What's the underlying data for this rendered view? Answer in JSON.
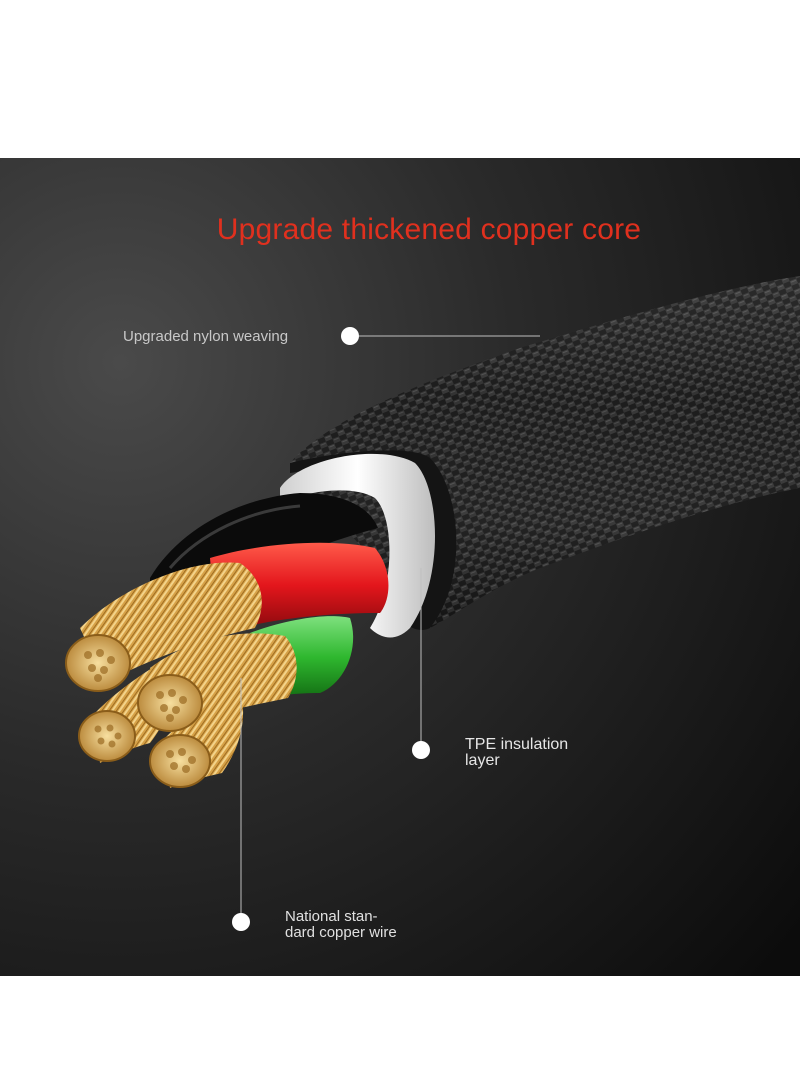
{
  "headline": "Upgrade thickened copper core",
  "callouts": {
    "nylon": {
      "text": "Upgraded nylon weaving"
    },
    "tpe": {
      "line1": "TPE insulation",
      "line2": "layer"
    },
    "copper": {
      "line1": "National stan-",
      "line2": "dard copper wire"
    }
  },
  "colors": {
    "headline": "#e0301e",
    "background_dark": "#141414",
    "background_light": "#3a3a3a",
    "wire_red": "#e3161c",
    "wire_green": "#2fb82f",
    "copper": "#d9a441",
    "insulation_white": "#f2f2f2",
    "braid": "#1a1a1a"
  }
}
